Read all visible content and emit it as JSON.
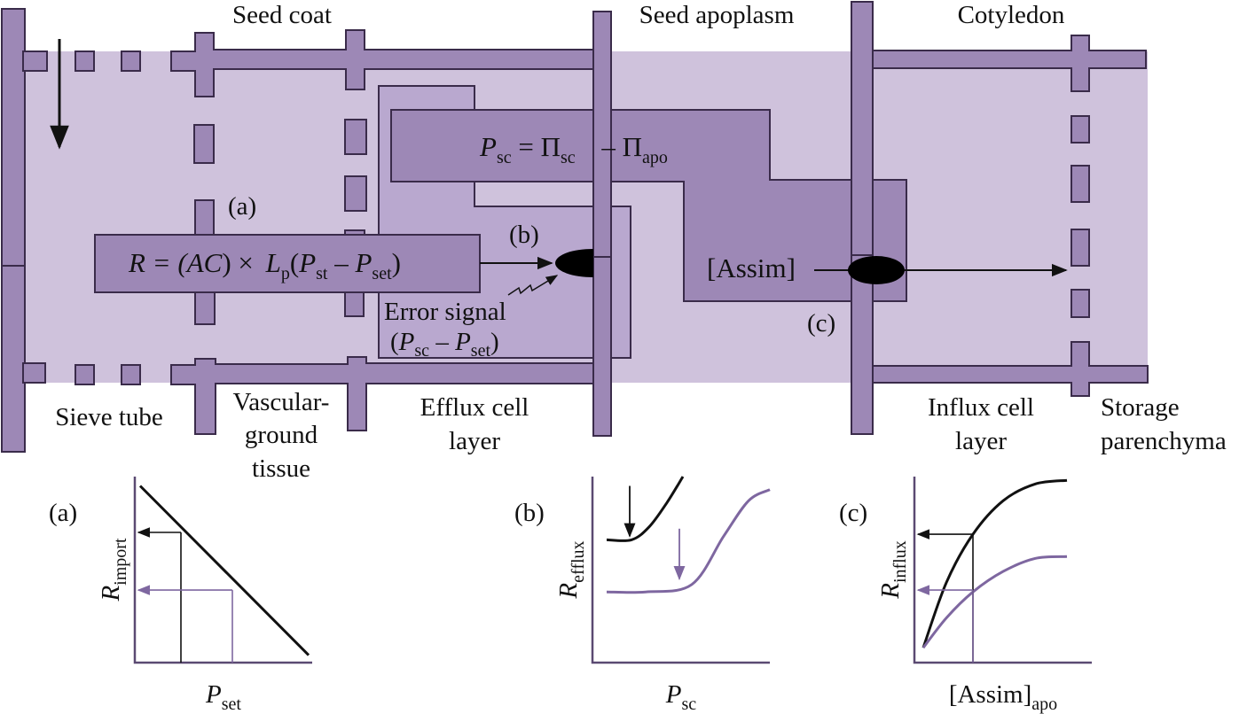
{
  "diagram": {
    "region_labels": {
      "seed_coat": "Seed coat",
      "seed_apoplasm": "Seed apoplasm",
      "cotyledon": "Cotyledon",
      "sieve_tube": "Sieve tube",
      "vascular_ground_1": "Vascular-",
      "vascular_ground_2": "ground",
      "vascular_ground_3": "tissue",
      "efflux_1": "Efflux cell",
      "efflux_2": "layer",
      "influx_1": "Influx cell",
      "influx_2": "layer",
      "storage_1": "Storage",
      "storage_2": "parenchyma"
    },
    "equations": {
      "import": {
        "lhs": "R = (",
        "ac": "AC",
        "mid": ") × ",
        "lp": "L",
        "lp_sub": "p",
        "open": "(",
        "p1": "P",
        "p1_sub": "st",
        "minus": " – ",
        "p2": "P",
        "p2_sub": "set",
        "close": ")"
      },
      "turgor": {
        "p": "P",
        "p_sub": "sc",
        "eq": " = Π",
        "pi1_sub": "sc",
        "minus": " – Π",
        "pi2_sub": "apo"
      },
      "assim": "[Assim]"
    },
    "error_signal": {
      "line1": "Error signal",
      "open": "(",
      "p1": "P",
      "p1_sub": "sc",
      "minus": " – ",
      "p2": "P",
      "p2_sub": "set",
      "close": ")"
    },
    "markers": {
      "a": "(a)",
      "b": "(b)",
      "c": "(c)"
    },
    "colors": {
      "wall": "#9d88b6",
      "apoplast_bg": "#cfc2dc",
      "efflux_panel": "#b9a8cf",
      "outline": "#3a2b4a",
      "curve_black": "#111111",
      "curve_purple": "#7e67a0"
    }
  },
  "chart_data": [
    {
      "panel": "(a)",
      "type": "line",
      "xlabel": "P",
      "xlabel_sub": "set",
      "ylabel": "R",
      "ylabel_sub": "import",
      "xlim": [
        0,
        10
      ],
      "ylim": [
        0,
        10
      ],
      "series": [
        {
          "name": "import-rate",
          "color": "black",
          "x": [
            0.3,
            9.8
          ],
          "y": [
            9.5,
            0.4
          ]
        }
      ],
      "guides": [
        {
          "color": "black",
          "x": 2.6,
          "y": 7.0
        },
        {
          "color": "purple",
          "x": 5.5,
          "y": 3.9
        }
      ]
    },
    {
      "panel": "(b)",
      "type": "line",
      "xlabel": "P",
      "xlabel_sub": "sc",
      "ylabel": "R",
      "ylabel_sub": "efflux",
      "xlim": [
        0,
        10
      ],
      "ylim": [
        0,
        10
      ],
      "series": [
        {
          "name": "efflux-high",
          "color": "black",
          "x": [
            0.8,
            2.2,
            3.2,
            4.2,
            5.1
          ],
          "y": [
            6.6,
            6.6,
            7.3,
            8.6,
            10.0
          ]
        },
        {
          "name": "efflux-low",
          "color": "purple",
          "x": [
            0.8,
            3.0,
            5.6,
            7.4,
            8.8,
            10.0
          ],
          "y": [
            3.8,
            3.8,
            4.2,
            6.8,
            8.7,
            9.3
          ]
        }
      ],
      "arrows": [
        {
          "color": "black",
          "x": 2.1,
          "y_from": 9.5,
          "y_to": 6.8
        },
        {
          "color": "purple",
          "x": 4.9,
          "y_from": 7.2,
          "y_to": 4.5
        }
      ]
    },
    {
      "panel": "(c)",
      "type": "line",
      "xlabel": "[Assim]",
      "xlabel_sub": "apo",
      "ylabel": "R",
      "ylabel_sub": "influx",
      "xlim": [
        0,
        10
      ],
      "ylim": [
        0,
        10
      ],
      "series": [
        {
          "name": "influx-high",
          "color": "black",
          "x": [
            0.5,
            1.8,
            3.3,
            5.0,
            6.8,
            8.6
          ],
          "y": [
            0.8,
            4.3,
            6.9,
            8.7,
            9.6,
            9.8
          ]
        },
        {
          "name": "influx-low",
          "color": "purple",
          "x": [
            0.5,
            1.8,
            3.3,
            5.0,
            6.8,
            8.6
          ],
          "y": [
            0.8,
            2.4,
            3.8,
            4.9,
            5.6,
            5.7
          ]
        }
      ],
      "guides": [
        {
          "color": "black",
          "x": 3.3,
          "y": 6.9
        },
        {
          "color": "purple",
          "x": 3.3,
          "y": 3.9
        }
      ]
    }
  ]
}
